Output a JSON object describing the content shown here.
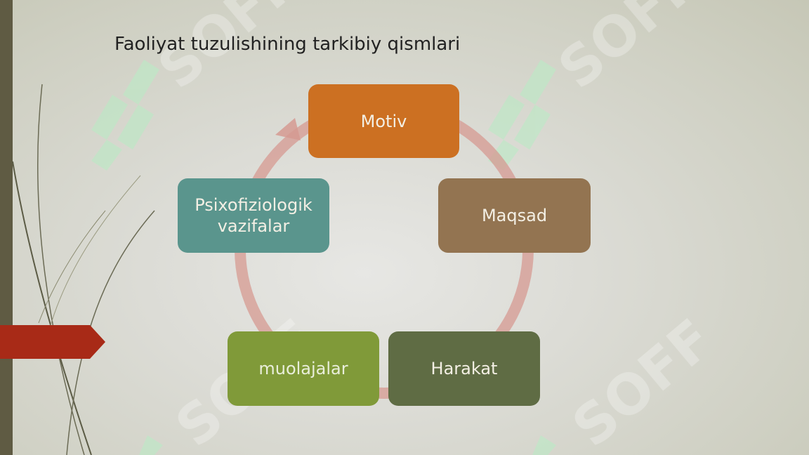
{
  "slide": {
    "title": "Faoliyat tuzulishining tarkibiy qismlari"
  },
  "cycle": {
    "nodes": [
      {
        "id": "motiv",
        "label": "Motiv"
      },
      {
        "id": "maqsad",
        "label": "Maqsad"
      },
      {
        "id": "harakat",
        "label": "Harakat"
      },
      {
        "id": "muolajalar",
        "label": "muolajalar"
      },
      {
        "id": "psixofiziologik",
        "label_line1": "Psixofiziologik",
        "label_line2": "vazifalar"
      }
    ]
  },
  "watermark": {
    "text": "SOFF"
  },
  "colors": {
    "motiv": "#cc7022",
    "maqsad": "#937451",
    "harakat": "#5f6c44",
    "muolajalar": "#809a39",
    "psixofiziologik": "#5a958d",
    "cycle_arrow": "#d59a92",
    "left_bar": "#5f5b43",
    "red_arrow": "#a82a17"
  }
}
